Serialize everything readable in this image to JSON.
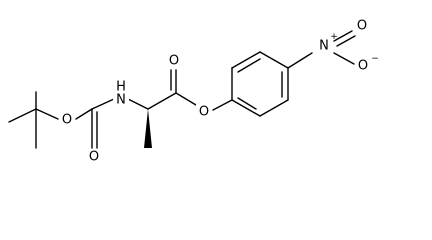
{
  "molecule": {
    "atom_labels": {
      "ester_o_boc": "O",
      "carbonyl_o_boc": "O",
      "amide_n": "N",
      "amide_h": "H",
      "carbonyl_o_ester": "O",
      "ester_o_aryl": "O",
      "nitro_n": "N",
      "nitro_n_charge": "+",
      "nitro_o_double": "O",
      "nitro_o_single": "O",
      "nitro_o_charge": "−"
    },
    "colors": {
      "bond": "#000000",
      "label": "#000000",
      "background": "#ffffff"
    }
  }
}
